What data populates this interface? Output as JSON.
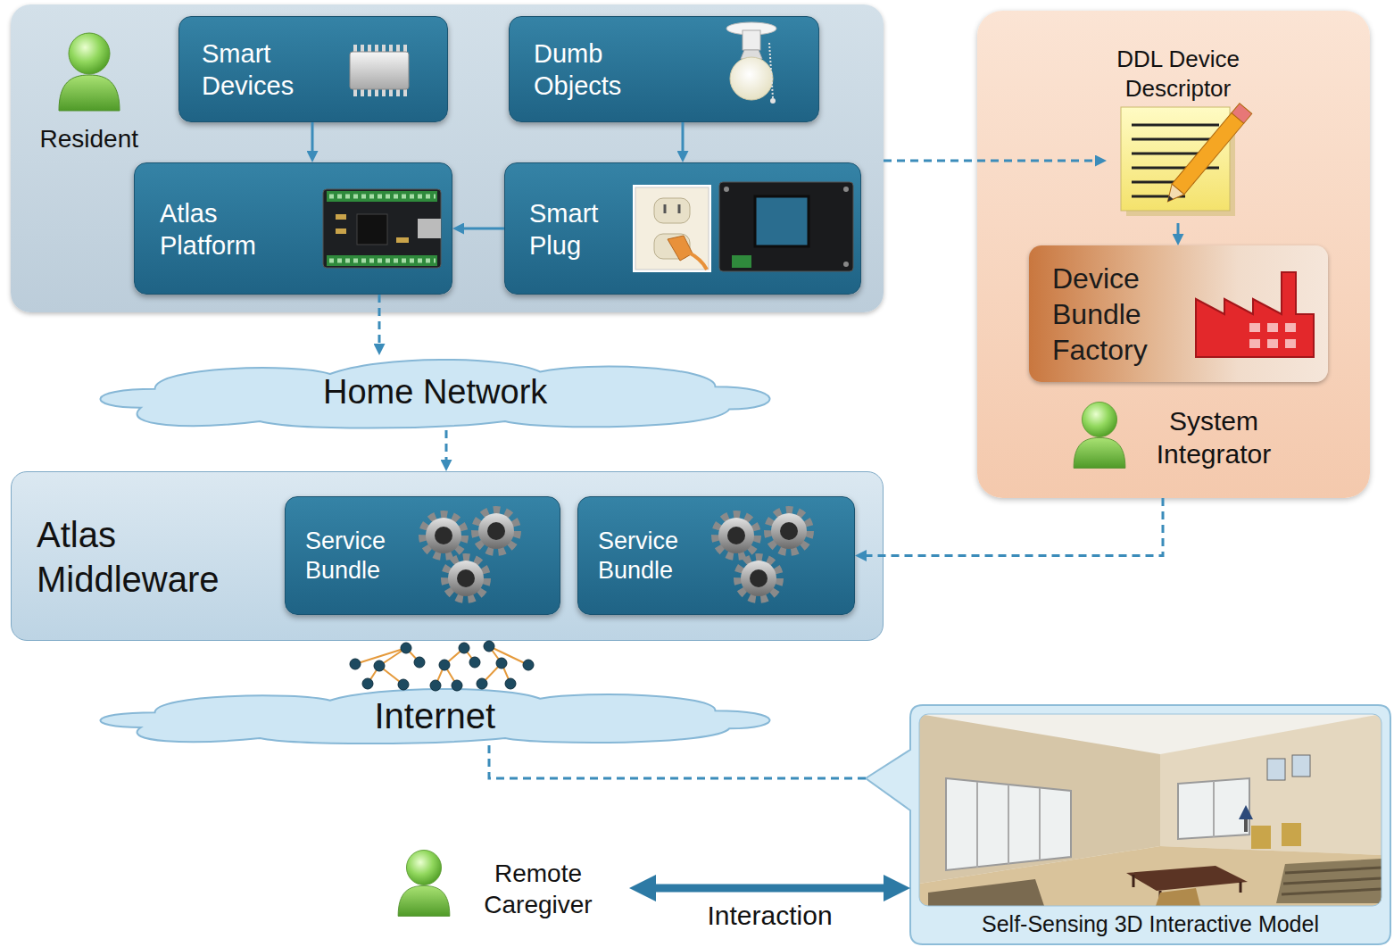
{
  "diagram": {
    "nodes": [
      {
        "text": [
          "Resident"
        ]
      },
      {
        "text": [
          "Smart Devices"
        ],
        "in": 0
      },
      {
        "text": [
          "Dumb Objects"
        ],
        "in": 0
      },
      {
        "text": [
          "Atlas Platform"
        ],
        "in": 0
      },
      {
        "text": [
          "Smart Plug"
        ],
        "in": 0
      },
      {
        "text": [
          "System Integrator"
        ]
      },
      {
        "text": [
          "DDL Device Descriptor"
        ],
        "in": 5
      },
      {
        "text": [
          "Device Bundle Factory"
        ],
        "in": 5
      },
      {
        "text": [
          "Home Network"
        ]
      },
      {
        "text": [
          "Atlas Middleware"
        ]
      },
      {
        "text": [
          "Service Bundle"
        ],
        "in": 9
      },
      {
        "text": [
          "Service Bundle"
        ],
        "in": 9
      },
      {
        "text": [
          "Internet"
        ]
      },
      {
        "text": [
          "Self-Sensing 3D Interactive Model"
        ]
      },
      {
        "text": [
          "Remote Caregiver"
        ]
      }
    ],
    "edges": [
      {
        "from": 1,
        "to": 3,
        "arrow": "to"
      },
      {
        "from": 2,
        "to": 4,
        "arrow": "to"
      },
      {
        "from": 4,
        "to": 3,
        "arrow": "to"
      },
      {
        "from": 0,
        "to": 6,
        "arrow": "to"
      },
      {
        "from": 6,
        "to": 7,
        "arrow": "to"
      },
      {
        "from": 3,
        "to": 8,
        "arrow": "to"
      },
      {
        "from": 8,
        "to": 9,
        "arrow": "to"
      },
      {
        "from": 5,
        "to": 11,
        "arrow": "to"
      },
      {
        "from": 12,
        "to": 13,
        "arrow": "none"
      },
      {
        "from": 14,
        "to": 13,
        "arrow": "both",
        "label": "Interaction"
      }
    ]
  }
}
